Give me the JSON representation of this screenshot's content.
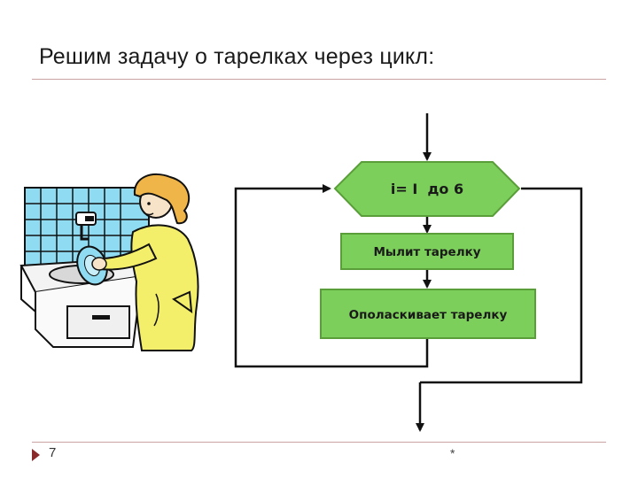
{
  "slide": {
    "title": "Решим задачу о тарелках через цикл:",
    "page_number": "7",
    "footer_mark": "*"
  },
  "flowchart": {
    "loop_header": "i= I  до 6",
    "step1": "Мылит тарелку",
    "step2": "Ополаскивает тарелку"
  },
  "colors": {
    "block_fill": "#7ccf5a",
    "block_stroke": "#5a9e3a",
    "rule": "#c9a2a2",
    "bullet_arrow": "#8b2a2a"
  },
  "icons": {
    "illustration": "woman-washing-dishes-clipart",
    "footer_bullet": "triangle-arrow-icon"
  }
}
